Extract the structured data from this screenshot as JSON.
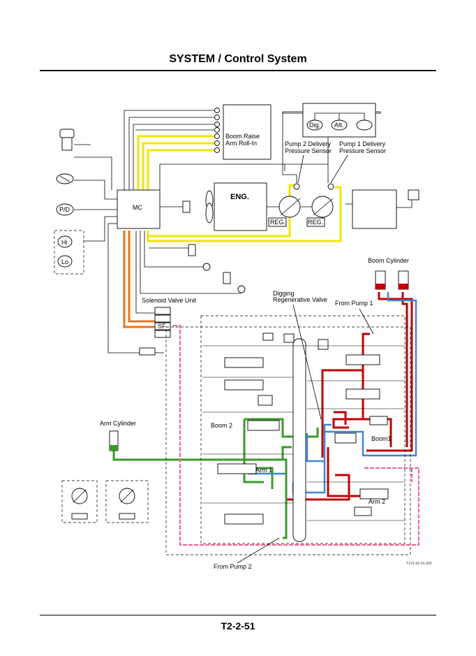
{
  "header": {
    "title": "SYSTEM / Control System"
  },
  "footer": {
    "page_number": "T2-2-51"
  },
  "diagram": {
    "labels": {
      "boom_raise": "Boom Raise",
      "arm_roll_in": "Arm Roll-In",
      "pump2_sensor_l1": "Pump 2 Delivery",
      "pump2_sensor_l2": "Pressure Sensor",
      "pump1_sensor_l1": "Pump 1 Delivery",
      "pump1_sensor_l2": "Pressure Sensor",
      "dig": "Dig.",
      "att": "Att.",
      "mc": "MC",
      "eng": "ENG.",
      "reg_left": "REG.",
      "reg_right": "REG.",
      "pd": "P/D",
      "hi": "Hi",
      "lo": "Lo",
      "solenoid_valve_unit": "Solenoid Valve Unit",
      "sf": "SF",
      "digging_regen_l1": "Digging",
      "digging_regen_l2": "Regenerative Valve",
      "from_pump_1": "From Pump 1",
      "boom_cylinder": "Boom Cylinder",
      "arm_cylinder": "Arm Cylinder",
      "boom2": "Boom 2",
      "boom1": "Boom1",
      "arm1": "Arm 1",
      "arm2": "Arm 2",
      "from_pump_2": "From Pump 2",
      "figure_code": "T1V1-02-01-023"
    },
    "line_colors": {
      "pilot_yellow": "#f2e600",
      "pump1_red": "#c00000",
      "pump2_green": "#3a9a2a",
      "return_blue": "#3f86d6",
      "pilot_pink": "#f0609a",
      "signal_orange": "#e8741e"
    }
  }
}
